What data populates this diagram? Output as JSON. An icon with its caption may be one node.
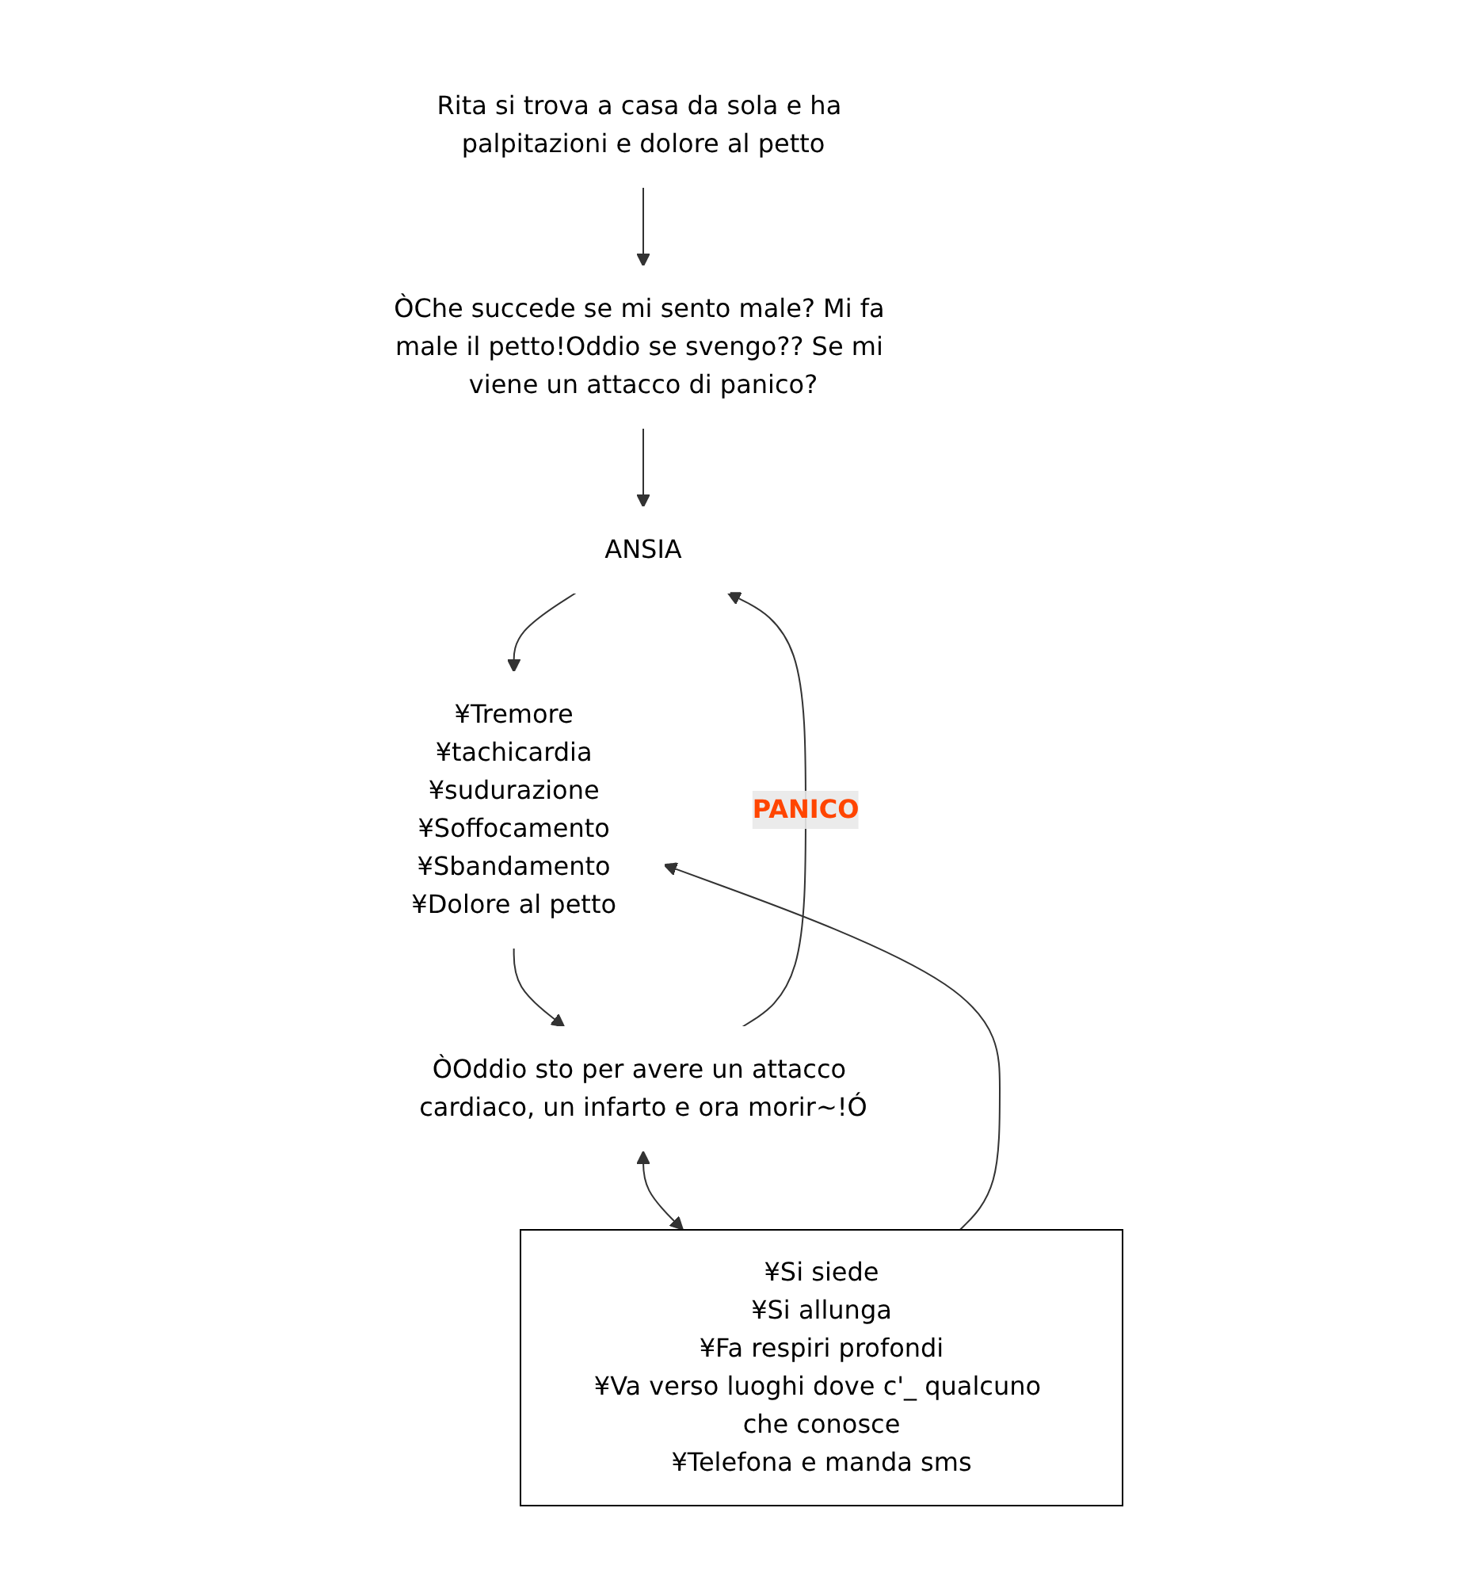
{
  "diagram": {
    "nodes": [
      {
        "text": [
          "Rita si trova a casa da sola e ha palpitazioni e dolore al petto"
        ]
      },
      {
        "text": [
          "ÒChe succede se mi sento male? Mi fa male il petto!Oddio se svengo?? Se mi viene un attacco di panico?"
        ]
      },
      {
        "text": [
          "ANSIA"
        ]
      },
      {
        "text": [
          "¥Tremore",
          "¥tachicardia",
          "¥sudurazione",
          "¥Soffocamento",
          "¥Sbandamento",
          "¥Dolore al petto"
        ]
      },
      {
        "text": [
          "ÒOddio sto per avere un attacco cardiaco, un infarto e ora morir~!Ó"
        ]
      },
      {
        "text": [
          "¥Si siede",
          "¥Si allunga",
          "¥Fa respiri profondi",
          "¥Va verso luoghi dove c'_ qualcuno che conosce",
          "¥Telefona e manda sms"
        ]
      }
    ],
    "edges": [
      {
        "from": 0,
        "to": 1,
        "arrow": "to"
      },
      {
        "from": 1,
        "to": 2,
        "arrow": "to"
      },
      {
        "from": 2,
        "to": 3,
        "arrow": "to"
      },
      {
        "from": 3,
        "to": 4,
        "arrow": "to"
      },
      {
        "from": 4,
        "to": 2,
        "arrow": "to",
        "label": "PANICO"
      },
      {
        "from": 4,
        "to": 5,
        "arrow": "both"
      },
      {
        "from": 5,
        "to": 3,
        "arrow": "to"
      }
    ]
  }
}
